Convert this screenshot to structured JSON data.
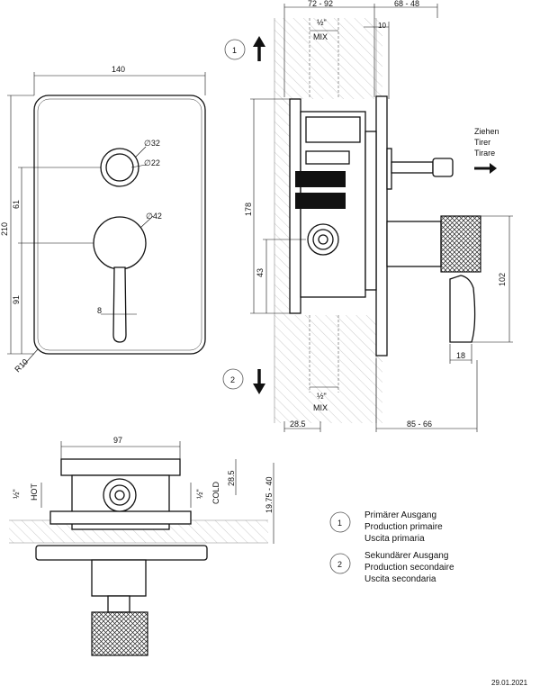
{
  "diagram": {
    "date": "29.01.2021",
    "front": {
      "width": "140",
      "height": "210",
      "radius": "R10",
      "dim61": "61",
      "dim91": "91",
      "dim8": "8",
      "d32": "∅32",
      "d22": "∅22",
      "d42": "∅42"
    },
    "side": {
      "top_left": "72 - 92",
      "top_right": "68 - 48",
      "dim10": "10",
      "half_top": "½\"",
      "mix_top": "MIX",
      "dim178": "178",
      "dim43": "43",
      "dim102": "102",
      "dim18": "18",
      "half_bot": "½\"",
      "mix_bot": "MIX",
      "dim285": "28.5",
      "dim8566": "85 - 66",
      "pull": [
        "Ziehen",
        "Tirer",
        "Tirare"
      ],
      "marker1": "1",
      "marker2": "2"
    },
    "top": {
      "dim97": "97",
      "hot_half": "½\"",
      "hot": "HOT",
      "cold_half": "½\"",
      "cold": "COLD",
      "dim285": "28.5",
      "dim1975": "19.75 - 40"
    },
    "legend": [
      {
        "marker": "1",
        "lines": [
          "Primärer Ausgang",
          "Production primaire",
          "Uscita primaria"
        ]
      },
      {
        "marker": "2",
        "lines": [
          "Sekundärer Ausgang",
          "Production secondaire",
          "Uscita secondaria"
        ]
      }
    ]
  }
}
